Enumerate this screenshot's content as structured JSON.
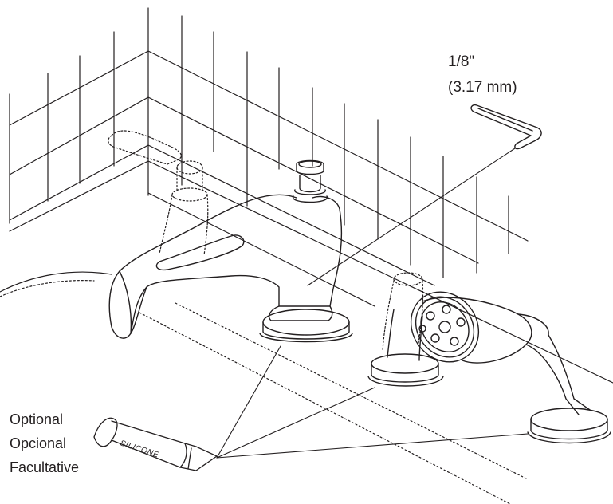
{
  "hex_key": {
    "size_in": "1/8\"",
    "size_mm": "(3.17 mm)"
  },
  "sealant_note": {
    "lines": [
      "Optional",
      "Opcional",
      "Facultative"
    ]
  },
  "silicone_tube": {
    "text": "SILICONE"
  },
  "colors": {
    "line": "#231f20",
    "background": "#ffffff"
  }
}
